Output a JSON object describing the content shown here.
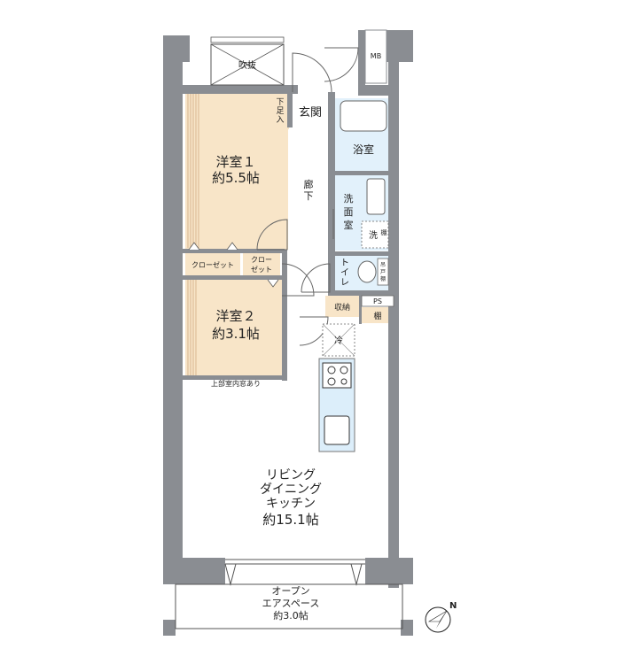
{
  "rooms": {
    "western1": {
      "name": "洋室１",
      "size": "約5.5帖"
    },
    "western2": {
      "name": "洋室２",
      "size": "約3.1帖"
    },
    "ldk": {
      "line1": "リビング",
      "line2": "ダイニング",
      "line3": "キッチン",
      "size": "約15.1帖"
    },
    "open_air": {
      "line1": "オープン",
      "line2": "エアスペース",
      "size": "約3.0帖"
    },
    "entrance": "玄関",
    "shoe_box": [
      "下",
      "足",
      "入"
    ],
    "hallway": [
      "廊",
      "下"
    ],
    "bathroom": "浴室",
    "washroom": [
      "洗",
      "面",
      "室"
    ],
    "toilet": [
      "ト",
      "イ",
      "レ"
    ],
    "closet1": "クローゼット",
    "closet2": [
      "クロー",
      "ゼット"
    ],
    "storage": "収納",
    "shelf": "棚",
    "ps": "PS",
    "mb": "MB",
    "void": "吹抜",
    "fridge": "冷",
    "washer": "洗",
    "washroom_shelf": "棚",
    "toilet_shelf": [
      "吊",
      "戸",
      "棚"
    ],
    "upper_window_note": "上部室内窓あり"
  },
  "colors": {
    "wall": "#8a8d92",
    "wood_floor": "#f8e5c8",
    "wet_area": "#e2f1fb"
  },
  "compass_label": "N"
}
